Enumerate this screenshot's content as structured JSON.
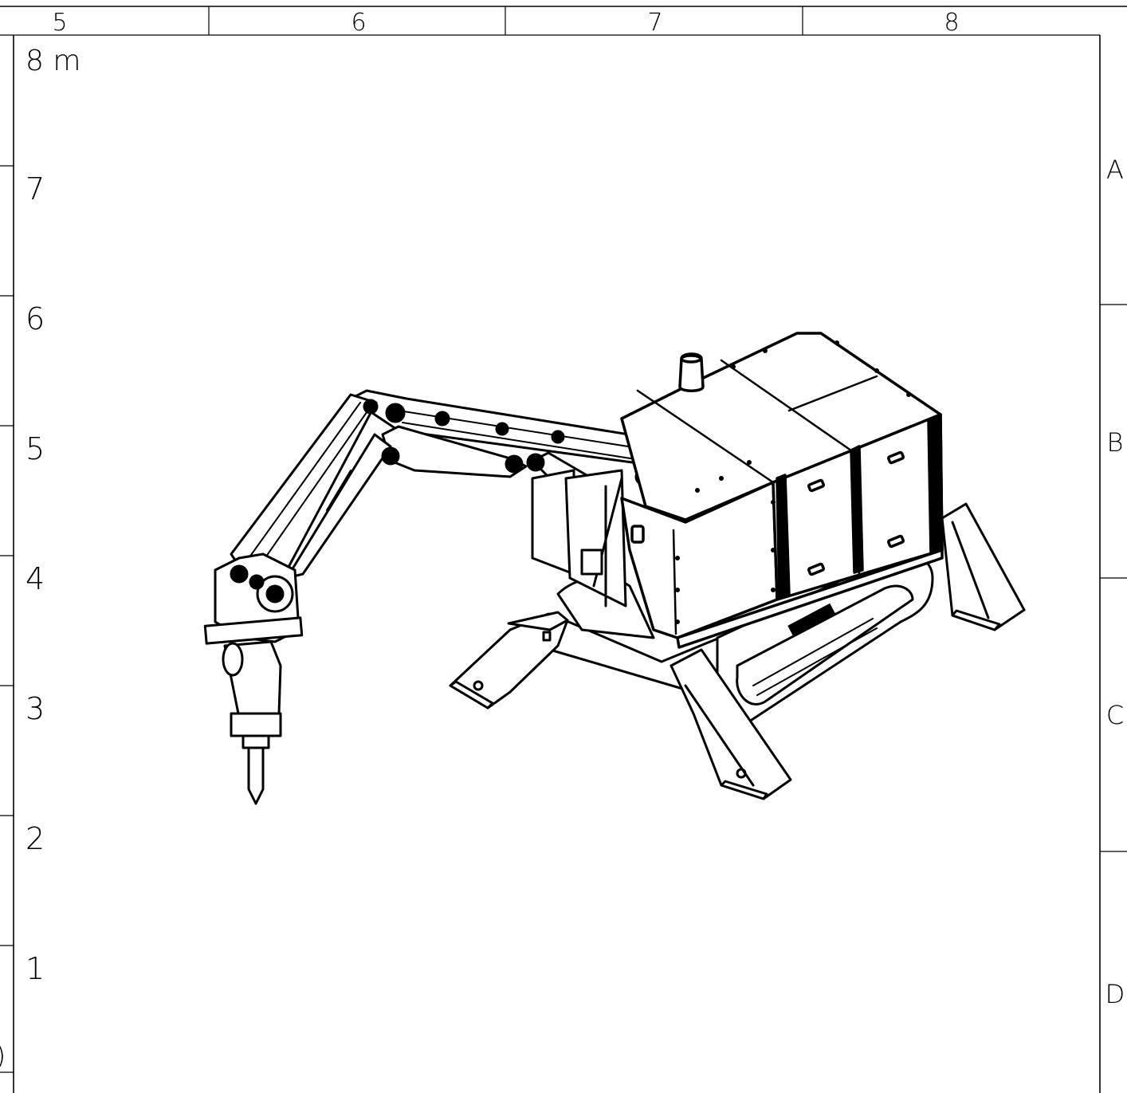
{
  "column_labels": [
    "5",
    "6",
    "7",
    "8"
  ],
  "row_labels": [
    "A",
    "B",
    "C",
    "D"
  ],
  "scale": {
    "unit_label": "8 m",
    "ticks": [
      "7",
      "6",
      "5",
      "4",
      "3",
      "2",
      "1"
    ]
  },
  "edge_mark": ")",
  "colors": {
    "line": "#000000",
    "background": "#ffffff"
  }
}
